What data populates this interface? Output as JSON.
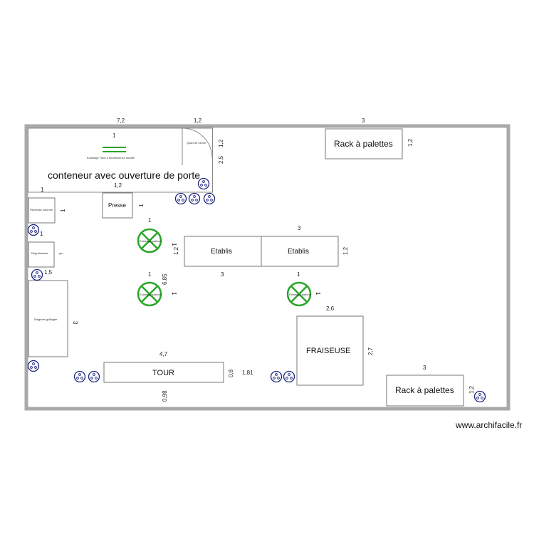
{
  "title": "",
  "container": {
    "label": "conteneur avec ouverture de porte",
    "dim_top_left": "7,2",
    "dim_top_right": "1,2",
    "dim_side": "2,5",
    "dim_side_b": "1,2"
  },
  "labels": {
    "eclairage": "Eclairage Tube à fluorescence double",
    "eclairage_dim": "1",
    "quart_cercle": "Quart de cercle",
    "presse": "Presse",
    "presse_dim_top": "1,2",
    "presse_dim_side": "1",
    "dim_small_1": "1",
    "dim_small_2": "1",
    "perceuse": "Perceuse colonne",
    "perceuse_dim_side": "1",
    "perceuse_dim_bottom": "1",
    "degraissante": "Dégraissante",
    "degraissante_dim": "gm",
    "degraissante_dim_bottom": "1,5",
    "etageres": "Etagères grillagée",
    "etageres_dim": "3",
    "rack_top": "Rack à palettes",
    "rack_top_dim_top": "3",
    "rack_top_dim_side": "1,2",
    "etablis_1": "Etablis",
    "etablis_2": "Etablis",
    "etablis_dim_top": "3",
    "etablis_dim_side_left": "1,2",
    "etablis_dim_side_right": "1,2",
    "etablis_dim_bottom": "3",
    "dim_685": "6,85",
    "light_top_dim": "1",
    "light_top_side": "1",
    "light_mid_dim": "1",
    "light_mid_side": "1",
    "light_right_dim": "1",
    "light_right_side": "1",
    "light_text": "Eclairage plafond",
    "fraiseuse": "FRAISEUSE",
    "fraiseuse_dim_top": "2,6",
    "fraiseuse_dim_side": "2,7",
    "tour": "TOUR",
    "tour_dim_top": "4,7",
    "tour_dim_side": "0,8",
    "tour_dim_bottom": "0,98",
    "dim_181": "1,81",
    "rack_bottom": "Rack à palettes",
    "rack_bottom_dim_top": "3",
    "rack_bottom_dim_side": "1,2"
  },
  "watermark": "www.archifacile.fr",
  "colors": {
    "wall": "#a9a9a9",
    "light_green": "#2aa52a",
    "outlet_blue": "#1a237e",
    "eclairage_tube": "#2aa52a"
  },
  "icons": [
    "outlet-icon",
    "ceiling-light-icon",
    "fluorescent-tube-icon",
    "door-swing-icon"
  ]
}
